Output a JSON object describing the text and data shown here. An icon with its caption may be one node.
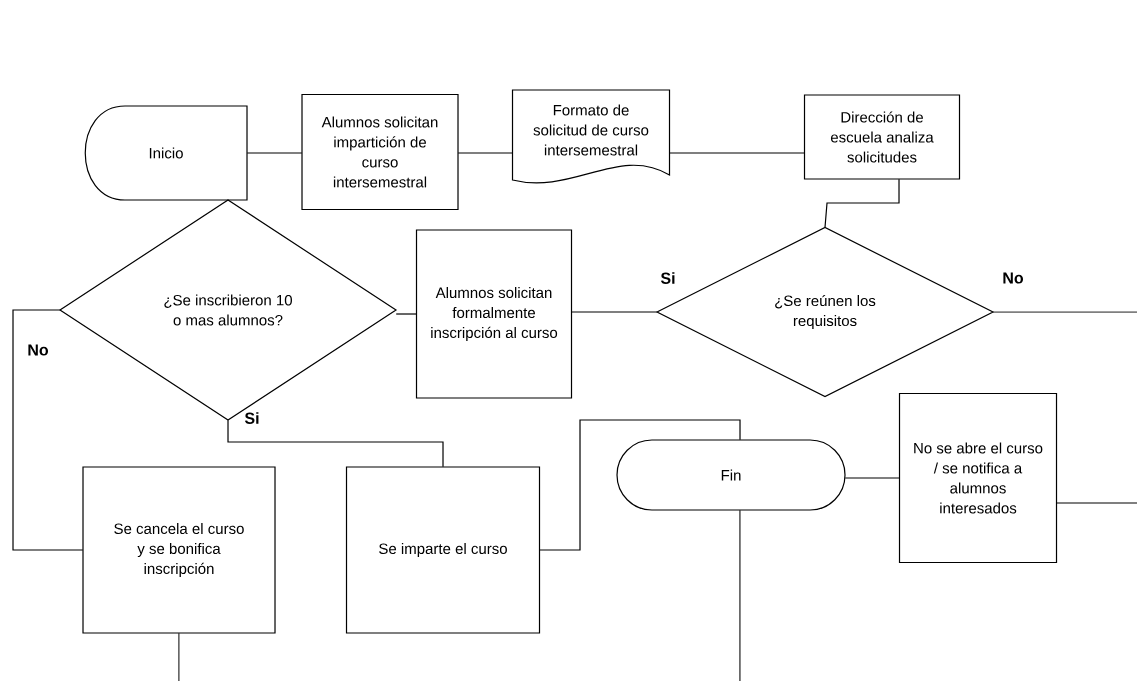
{
  "diagram": {
    "nodes": [
      {
        "text": [
          "Inicio"
        ]
      },
      {
        "text": [
          "Alumnos solicitan impartición de curso intersemestral"
        ]
      },
      {
        "text": [
          "Formato de solicitud de curso intersemestral"
        ]
      },
      {
        "text": [
          "Dirección de escuela analiza solicitudes"
        ]
      },
      {
        "text": [
          "¿Se inscribieron 10 o mas alumnos?"
        ]
      },
      {
        "text": [
          "Alumnos solicitan formalmente inscripción al curso"
        ]
      },
      {
        "text": [
          "¿Se reúnen los requisitos"
        ]
      },
      {
        "text": [
          "Se cancela el curso y se bonifica inscripción"
        ]
      },
      {
        "text": [
          "Se imparte el curso"
        ]
      },
      {
        "text": [
          "Fin"
        ]
      },
      {
        "text": [
          "No se abre el curso / se notifica a alumnos interesados"
        ]
      }
    ],
    "edges": [
      {
        "from": 0,
        "to": 1,
        "arrow": "none"
      },
      {
        "from": 1,
        "to": 2,
        "arrow": "none"
      },
      {
        "from": 2,
        "to": 3,
        "arrow": "none"
      },
      {
        "from": 3,
        "to": 6,
        "arrow": "none"
      },
      {
        "from": 6,
        "to": 5,
        "arrow": "none",
        "label": "Si"
      },
      {
        "from": 6,
        "to": null,
        "arrow": "none",
        "label": "No"
      },
      {
        "from": 10,
        "to": null,
        "arrow": "none"
      },
      {
        "from": 10,
        "to": 9,
        "arrow": "none"
      },
      {
        "from": 5,
        "to": 4,
        "arrow": "none"
      },
      {
        "from": 4,
        "to": 7,
        "arrow": "none",
        "label": "No"
      },
      {
        "from": 4,
        "to": 8,
        "arrow": "none",
        "label": "Si"
      },
      {
        "from": 8,
        "to": 9,
        "arrow": "none"
      },
      {
        "from": 9,
        "to": null,
        "arrow": "none"
      },
      {
        "from": 7,
        "to": null,
        "arrow": "none"
      }
    ]
  }
}
